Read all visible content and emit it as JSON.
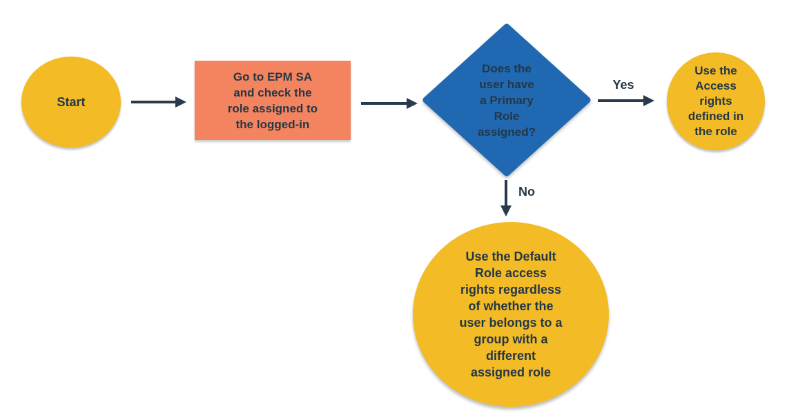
{
  "diagram_type": "flowchart",
  "nodes": {
    "start": {
      "shape": "circle",
      "fill": "#F3BB25",
      "label": "Start"
    },
    "process": {
      "shape": "rectangle",
      "fill": "#F4845F",
      "label": "Go to EPM SA\nand check the\nrole assigned to\nthe logged-in"
    },
    "decision": {
      "shape": "diamond",
      "fill": "#2069B2",
      "label": "Does the\nuser have\na Primary\nRole\nassigned?"
    },
    "yes_outcome": {
      "shape": "circle",
      "fill": "#F3BB25",
      "label": "Use the\nAccess\nrights\ndefined in\nthe role"
    },
    "no_outcome": {
      "shape": "ellipse",
      "fill": "#F3BB25",
      "label": "Use the Default\nRole access\nrights regardless\nof whether the\nuser belongs to a\ngroup with a\ndifferent\nassigned role"
    }
  },
  "edges": {
    "yes_label": "Yes",
    "no_label": "No"
  },
  "colors": {
    "text": "#243746",
    "arrow": "#2A3A4D",
    "terminal_fill": "#F3BB25",
    "process_fill": "#F4845F",
    "decision_fill": "#2069B2",
    "background": "#FFFFFF"
  }
}
